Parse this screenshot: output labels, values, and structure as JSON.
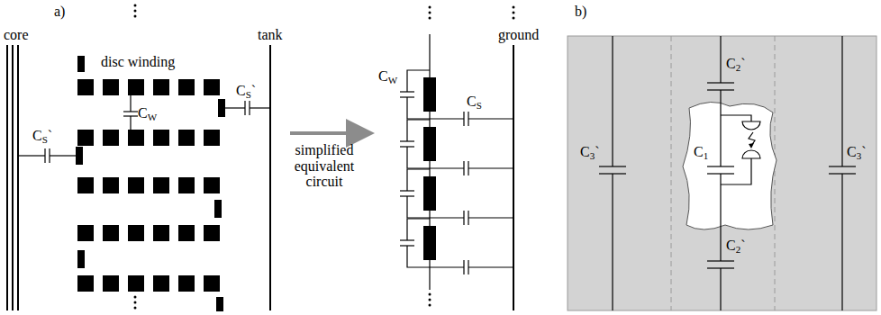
{
  "diagram": {
    "labels": [
      "a)",
      "core",
      "disc winding",
      "tank",
      "CW",
      "CS`",
      "CS`",
      "simplified equivalent circuit",
      "ground",
      "CW",
      "CS",
      "b)",
      "C2`",
      "C1",
      "C2`",
      "C3`",
      "C3`"
    ]
  }
}
